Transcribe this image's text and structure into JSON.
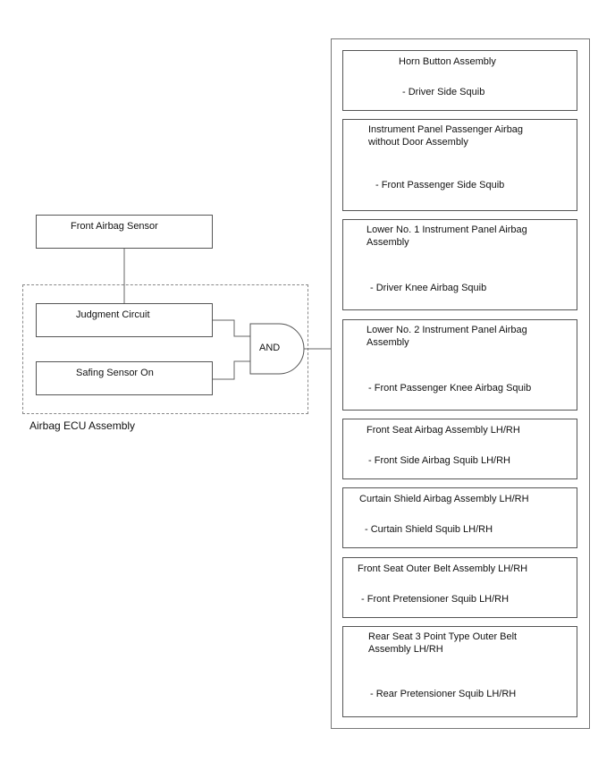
{
  "left": {
    "front_sensor": "Front Airbag Sensor",
    "judgment": "Judgment Circuit",
    "safing": "Safing Sensor On",
    "and_gate": "AND",
    "ecu_label": "Airbag ECU Assembly"
  },
  "right": [
    {
      "title": "Horn Button Assembly",
      "sub": "- Driver Side Squib"
    },
    {
      "title": "Instrument Panel Passenger Airbag\nwithout Door Assembly",
      "sub": "- Front Passenger Side Squib"
    },
    {
      "title": "Lower No. 1 Instrument Panel Airbag\nAssembly",
      "sub": "- Driver Knee Airbag Squib"
    },
    {
      "title": "Lower No. 2 Instrument Panel Airbag\nAssembly",
      "sub": "- Front Passenger Knee Airbag Squib"
    },
    {
      "title": "Front Seat Airbag Assembly LH/RH",
      "sub": "- Front Side Airbag Squib LH/RH"
    },
    {
      "title": "Curtain Shield Airbag Assembly LH/RH",
      "sub": "- Curtain Shield Squib LH/RH"
    },
    {
      "title": "Front Seat Outer Belt Assembly LH/RH",
      "sub": "- Front Pretensioner Squib LH/RH"
    },
    {
      "title": "Rear Seat 3 Point Type Outer Belt\nAssembly LH/RH",
      "sub": "- Rear Pretensioner Squib LH/RH"
    }
  ]
}
